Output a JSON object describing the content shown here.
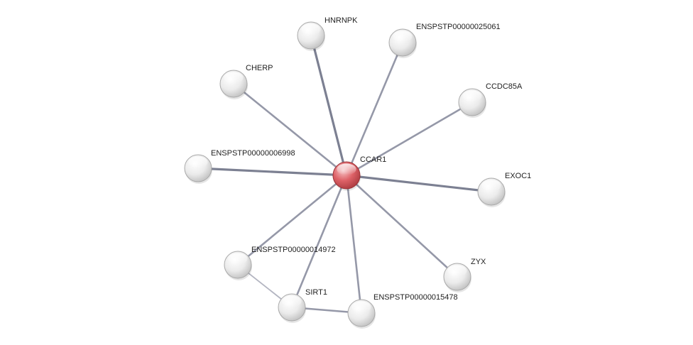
{
  "network": {
    "center": "CCAR1",
    "colors": {
      "center_node": "#d9545a",
      "neighbor_node": "#e6e6e6",
      "edge": "#9598a8",
      "edge_strong": "#7c8092",
      "label": "#222222"
    },
    "nodes": [
      {
        "id": "CCAR1",
        "label": "CCAR1",
        "type": "center"
      },
      {
        "id": "HNRNPK",
        "label": "HNRNPK",
        "type": "neighbor"
      },
      {
        "id": "ENSPSTP00000025061",
        "label": "ENSPSTP00000025061",
        "type": "neighbor"
      },
      {
        "id": "CHERP",
        "label": "CHERP",
        "type": "neighbor"
      },
      {
        "id": "CCDC85A",
        "label": "CCDC85A",
        "type": "neighbor"
      },
      {
        "id": "ENSPSTP00000006998",
        "label": "ENSPSTP00000006998",
        "type": "neighbor"
      },
      {
        "id": "EXOC1",
        "label": "EXOC1",
        "type": "neighbor"
      },
      {
        "id": "ENSPSTP00000014972",
        "label": "ENSPSTP00000014972",
        "type": "neighbor"
      },
      {
        "id": "ZYX",
        "label": "ZYX",
        "type": "neighbor"
      },
      {
        "id": "SIRT1",
        "label": "SIRT1",
        "type": "neighbor"
      },
      {
        "id": "ENSPSTP00000015478",
        "label": "ENSPSTP00000015478",
        "type": "neighbor"
      }
    ],
    "edges": [
      {
        "source": "CCAR1",
        "target": "HNRNPK",
        "strength": "strong"
      },
      {
        "source": "CCAR1",
        "target": "ENSPSTP00000025061",
        "strength": "normal"
      },
      {
        "source": "CCAR1",
        "target": "CHERP",
        "strength": "normal"
      },
      {
        "source": "CCAR1",
        "target": "CCDC85A",
        "strength": "normal"
      },
      {
        "source": "CCAR1",
        "target": "ENSPSTP00000006998",
        "strength": "strong"
      },
      {
        "source": "CCAR1",
        "target": "EXOC1",
        "strength": "strong"
      },
      {
        "source": "CCAR1",
        "target": "ENSPSTP00000014972",
        "strength": "normal"
      },
      {
        "source": "CCAR1",
        "target": "ZYX",
        "strength": "normal"
      },
      {
        "source": "CCAR1",
        "target": "SIRT1",
        "strength": "normal"
      },
      {
        "source": "CCAR1",
        "target": "ENSPSTP00000015478",
        "strength": "normal"
      },
      {
        "source": "ENSPSTP00000014972",
        "target": "SIRT1",
        "strength": "weak"
      },
      {
        "source": "SIRT1",
        "target": "ENSPSTP00000015478",
        "strength": "normal"
      }
    ]
  }
}
